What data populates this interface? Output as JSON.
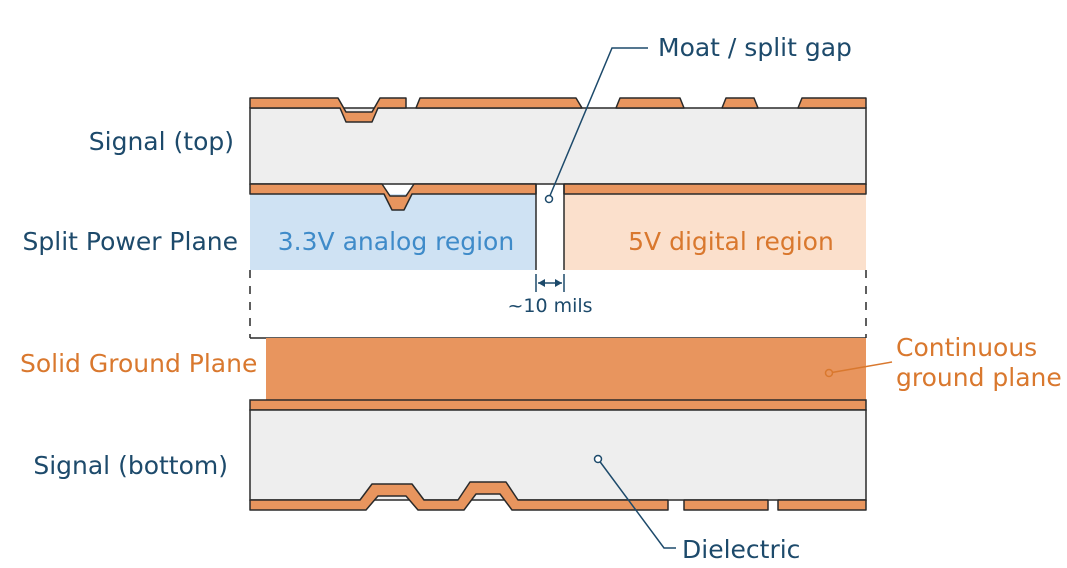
{
  "labels": {
    "signal_top": "Signal (top)",
    "split_power_plane": "Split Power Plane",
    "solid_ground_plane": "Solid Ground Plane",
    "signal_bottom": "Signal (bottom)",
    "analog_region": "3.3V analog region",
    "digital_region": "5V digital region",
    "moat_gap": "Moat / split gap",
    "gap_width": "~10 mils",
    "continuous_line1": "Continuous",
    "continuous_line2": "ground plane",
    "dielectric": "Dielectric"
  },
  "colors": {
    "copper": "#e8955e",
    "ground_fill": "#e8955e",
    "outline": "#2a2a2a",
    "dielectric": "#eeeeee",
    "analog_fill": "#cfe2f3",
    "digital_fill": "#fbe0cc",
    "navy_text": "#1d4a6b",
    "orange_text": "#d9782e",
    "blue_text": "#3f8bc9",
    "leader": "#1d4a6b"
  }
}
